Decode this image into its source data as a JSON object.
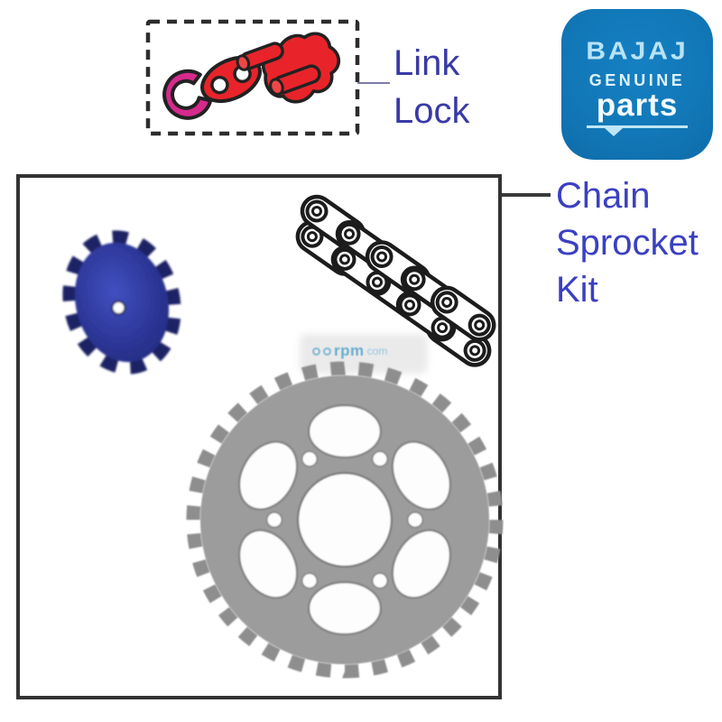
{
  "labels": {
    "link_lock": {
      "line1": "Link",
      "line2": "Lock"
    },
    "chain_sprocket_kit": {
      "line1": "Chain",
      "line2": "Sprocket",
      "line3": "Kit"
    }
  },
  "logo": {
    "brand": "BAJAJ",
    "genuine": "GENUINE",
    "parts": "parts"
  },
  "watermark": {
    "name": "rpm",
    "tld": "com"
  },
  "icons": {
    "c_clip": "c-clip-icon",
    "link_plate": "link-plate-icon",
    "master_link": "master-link-icon",
    "chain": "chain-icon",
    "front_sprocket": "front-sprocket-icon",
    "rear_sprocket": "rear-sprocket-icon",
    "down_arrow": "down-arrow-icon",
    "watermark_logo": "double-circle-icon"
  },
  "colors": {
    "label_blue_link_lock": "#3a3aa6",
    "label_blue_chain_kit": "#3b40c2",
    "logo_background": "#1278b8",
    "logo_text_light": "#b9e3f5",
    "part_red": "#e8242a",
    "clip_magenta": "#d62a8c",
    "front_sprocket_blue": "#2e3799",
    "rear_sprocket_gray": "#9b9b9b",
    "outline_dark": "#333333",
    "watermark_blue": "#74b4d6"
  }
}
